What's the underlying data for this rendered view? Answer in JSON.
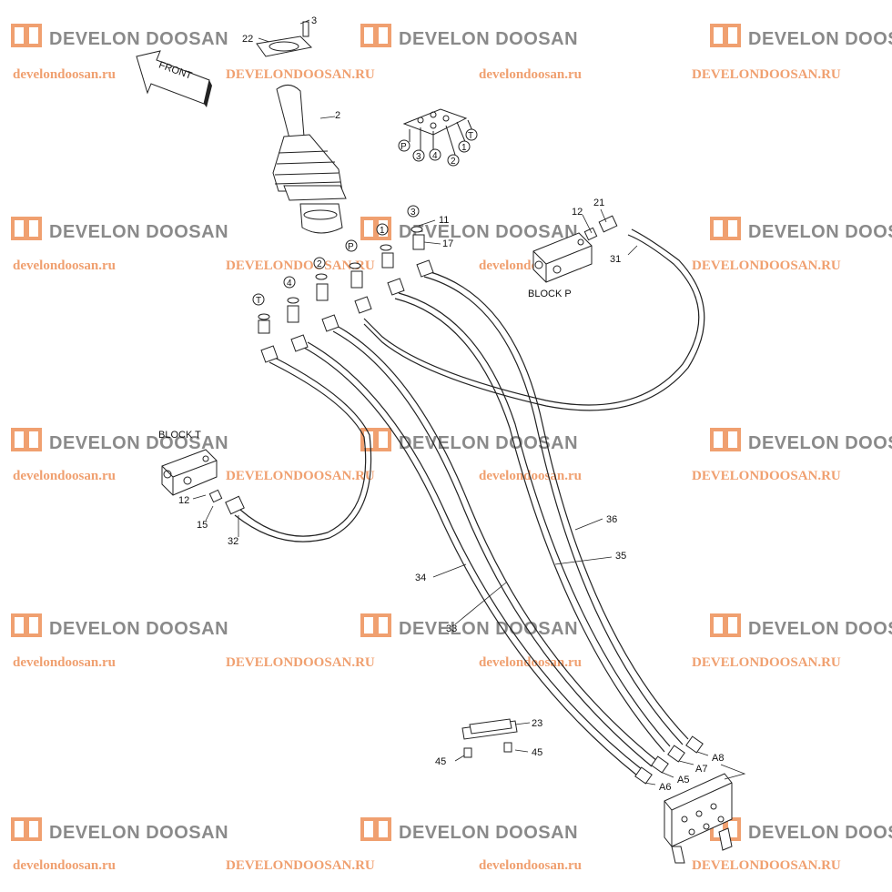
{
  "watermark": {
    "brand": "DEVELON DOOSAN",
    "url_lower": "develondoosan.ru",
    "url_upper": "DEVELONDOOSAN.RU",
    "brand_color": "#8a8a8a",
    "url_color": "#f0a070"
  },
  "direction_label": "FRONT",
  "blocks": {
    "block_p": "BLOCK P",
    "block_t": "BLOCK T"
  },
  "port_symbols": [
    "P",
    "T",
    "1",
    "2",
    "3",
    "4"
  ],
  "part_numbers": [
    "2",
    "3",
    "11",
    "12",
    "15",
    "17",
    "21",
    "22",
    "23",
    "31",
    "32",
    "33",
    "34",
    "35",
    "36",
    "45"
  ],
  "port_labels": [
    "A5",
    "A6",
    "A7",
    "A8"
  ]
}
